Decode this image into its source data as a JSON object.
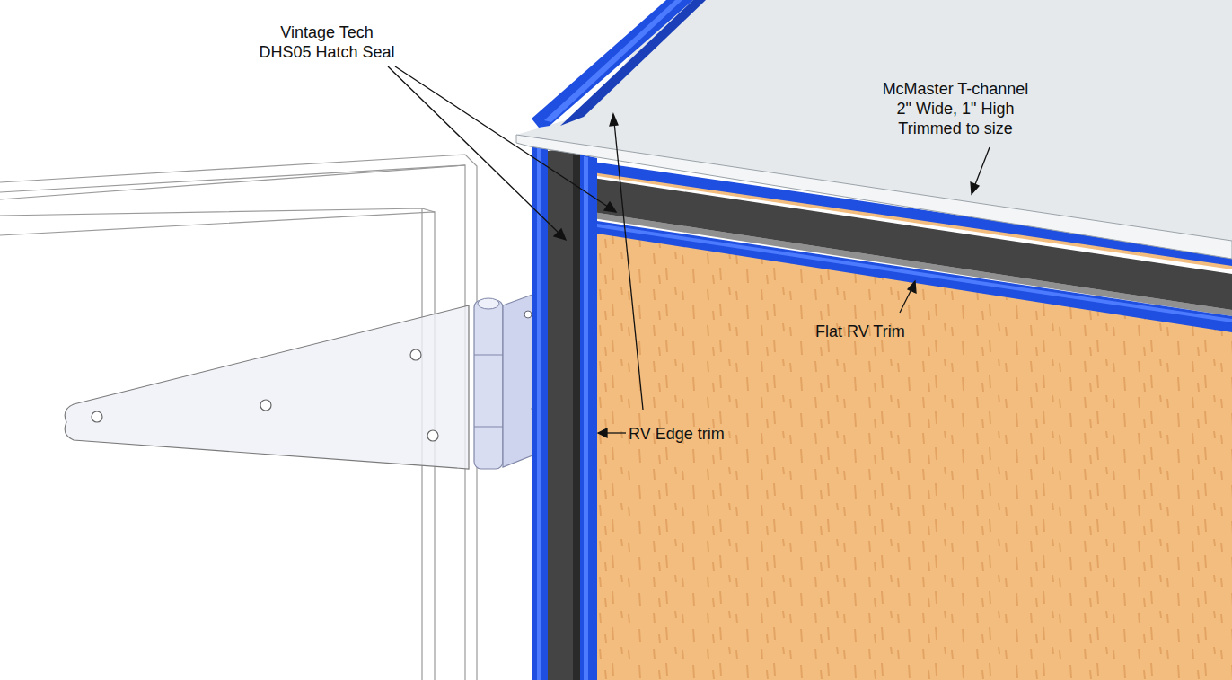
{
  "diagram": {
    "labels": [
      "Vintage Tech DHS05 Hatch Seal",
      "McMaster T-channel 2\" Wide, 1\" High Trimmed to size",
      "Flat RV Trim",
      "RV Edge trim"
    ]
  }
}
